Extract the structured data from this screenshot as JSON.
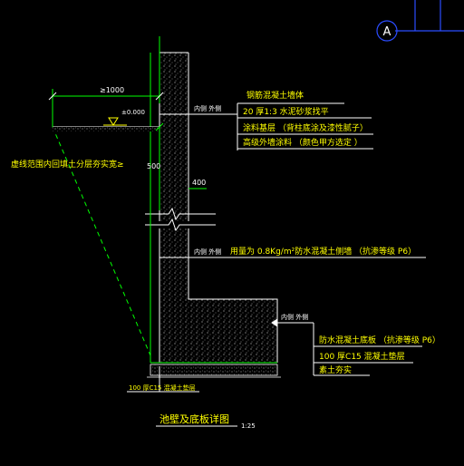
{
  "drawing": {
    "title": "池壁及底板详图",
    "scale": "1:25",
    "axis_bubble": "A"
  },
  "dimensions": {
    "width_top": "≥1000",
    "elevation": "±0.000",
    "depth_500": "500",
    "depth_400": "400"
  },
  "labels": {
    "backfill_note": "虚线范围内回填土分层夯实宽≥",
    "inner_outer_1": "内侧 外侧",
    "inner_outer_2": "内侧 外侧",
    "inner_outer_3": "内侧 外侧",
    "bottom_cushion": "100 厚C15 混凝土垫层"
  },
  "wall_layers": [
    "钢筋混凝土墙体",
    "20 厚1:3 水泥砂浆找平",
    "涂料基层 （背柱底涂及漆性腻子）",
    "高级外墙涂料 （颜色甲方选定 ）"
  ],
  "wall_material": "用量为 0.8Kg/m²防水混凝土侧墙 （抗渗等级 P6）",
  "slab_layers": [
    "防水混凝土底板 （抗渗等级 P6）",
    "100 厚C15 混凝土垫层",
    "素土夯实"
  ]
}
